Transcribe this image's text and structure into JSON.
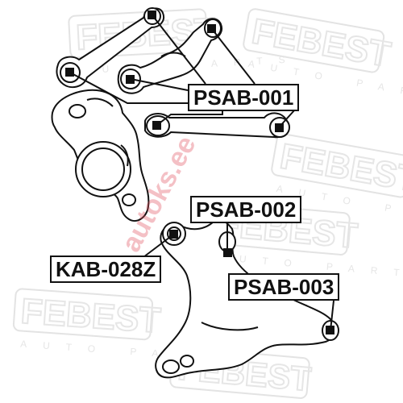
{
  "labels": {
    "psab001": "PSAB-001",
    "psab002": "PSAB-002",
    "psab003": "PSAB-003",
    "kab028z": "KAB-028Z"
  },
  "watermark": {
    "brand": "FEBEST",
    "sub": "AUTO PARTS",
    "overlay": "autoks.ee"
  },
  "colors": {
    "line": "#111111",
    "watermark": "#e3e3e3",
    "overlay": "#e04a5a"
  }
}
